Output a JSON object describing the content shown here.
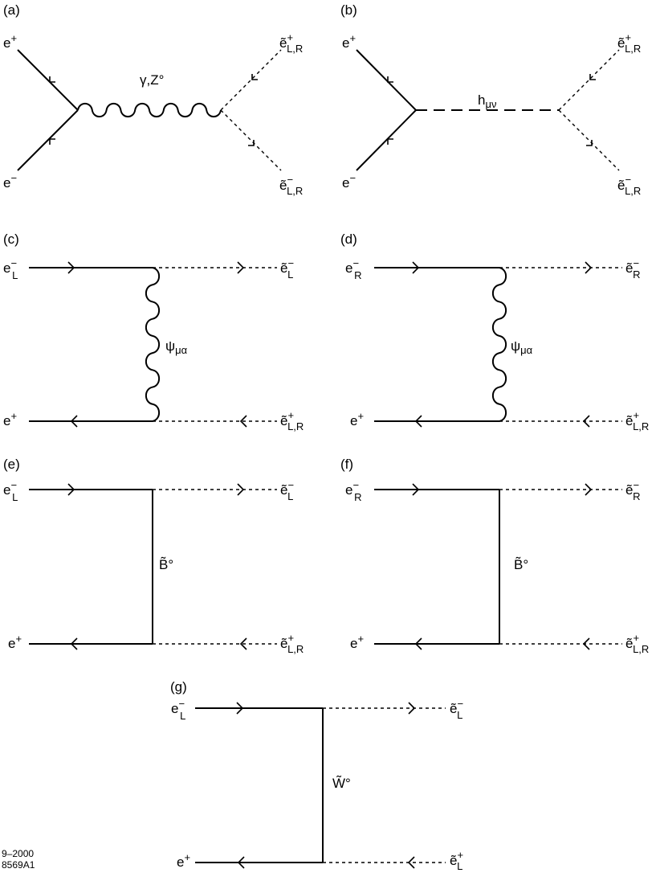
{
  "panels": [
    {
      "id": "a",
      "label": "(a)",
      "prop": "γ,Z°"
    },
    {
      "id": "b",
      "label": "(b)",
      "prop": "h",
      "prop_sub": "μν"
    },
    {
      "id": "c",
      "label": "(c)",
      "prop": "ψ",
      "prop_sub": "μα"
    },
    {
      "id": "d",
      "label": "(d)",
      "prop": "ψ",
      "prop_sub": "μα"
    },
    {
      "id": "e",
      "label": "(e)",
      "prop": "B̃°"
    },
    {
      "id": "f",
      "label": "(f)",
      "prop": "B̃°"
    },
    {
      "id": "g",
      "label": "(g)",
      "prop": "W̃°"
    }
  ],
  "particles": {
    "e_plus": "e",
    "e_plus_sup": "+",
    "e_minus": "e",
    "e_minus_sup": "−",
    "selectron": "ẽ",
    "sub_L": "L",
    "sub_R": "R",
    "sub_LR": "L,R",
    "sup_plus": "+",
    "sup_minus": "−",
    "e_plus_inline": "e⁺"
  },
  "footer": {
    "date": "9–2000",
    "code": "8569A1"
  }
}
